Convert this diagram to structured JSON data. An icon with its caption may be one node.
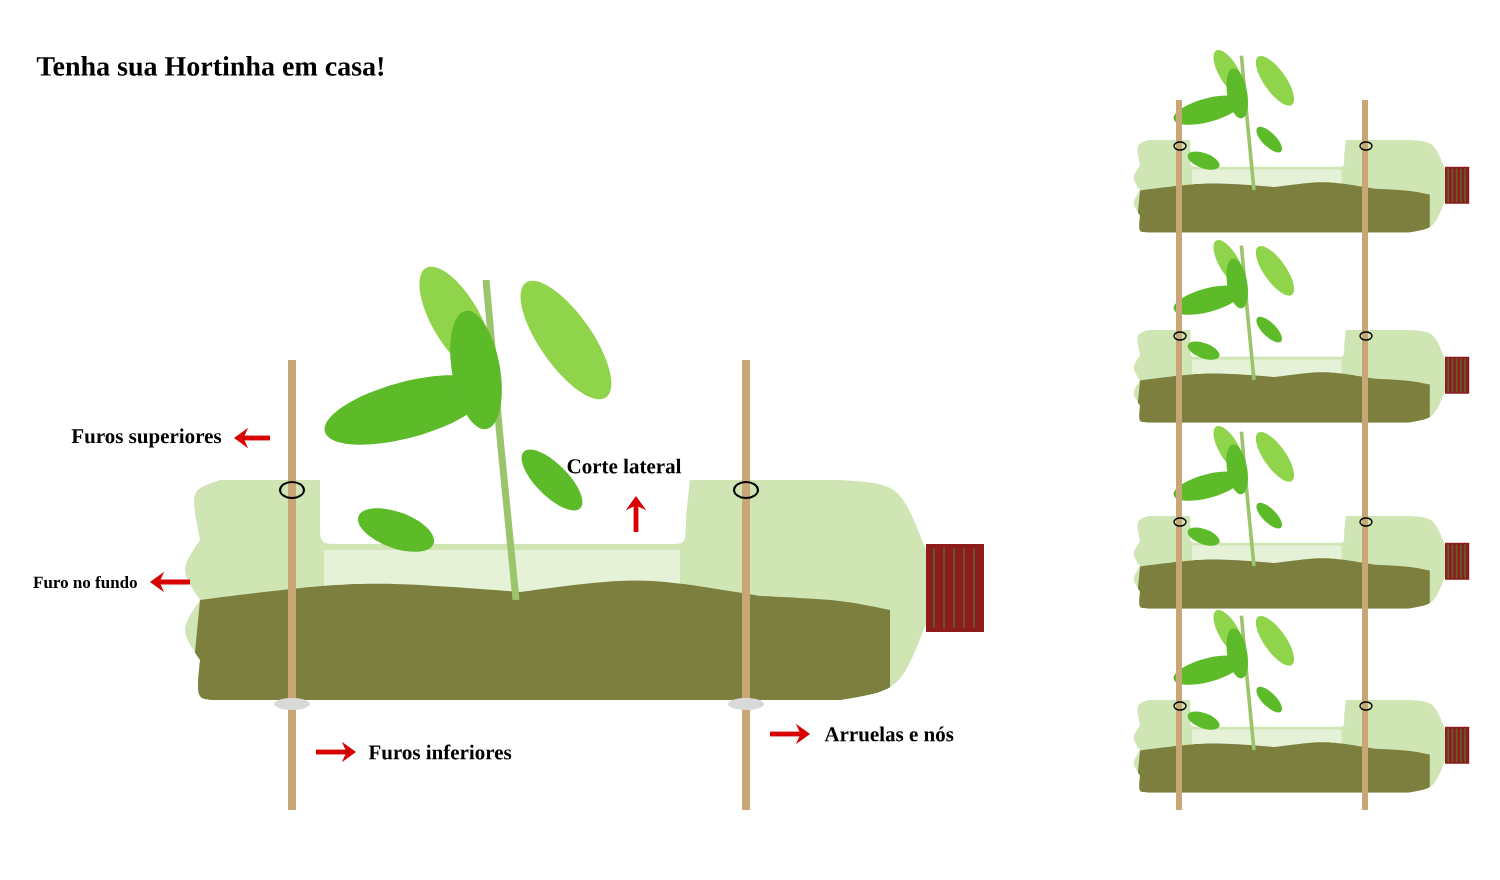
{
  "diagram": {
    "title": "Tenha sua Hortinha em casa!",
    "labels": [
      "Furos superiores",
      "Corte lateral",
      "Furo no fundo",
      "Furos inferiores",
      "Arruelas e nós"
    ]
  }
}
